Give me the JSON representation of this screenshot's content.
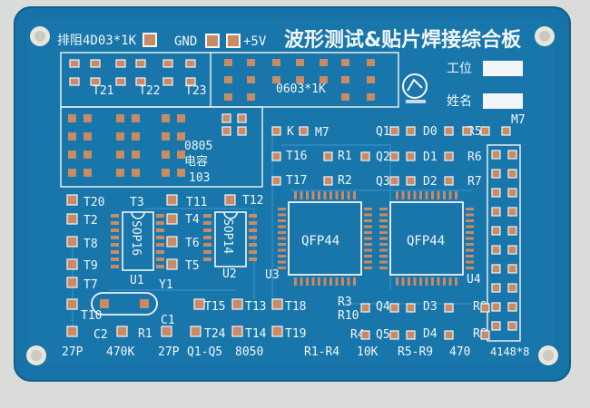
{
  "board": {
    "colors": {
      "background": "#d9dcd8",
      "pcb": "#1672a7",
      "pcb_edge": "#0f5e8c",
      "silkscreen": "#f2f6f8",
      "pad": "#c98a66",
      "trace": "#2a86bb"
    },
    "title_cn": "波形测试&贴片焊接综合板",
    "fields": {
      "workstation": "工位",
      "name": "姓名"
    },
    "top_labels": {
      "resistor_array": "排阻4D03*1K",
      "gnd": "GND",
      "vcc": "+5V",
      "r0603": "0603*1K",
      "cap0805": "0805",
      "cap_cn": "电容",
      "cap_val": "103"
    },
    "transistors": [
      "T21",
      "T22",
      "T23",
      "T20",
      "T3",
      "T11",
      "T12",
      "T2",
      "T4",
      "T8",
      "T6",
      "T9",
      "T5",
      "T7",
      "T10",
      "T15",
      "T13",
      "T18",
      "T14",
      "T19",
      "T24",
      "T16",
      "T17"
    ],
    "ics": {
      "soic1": "SOP16",
      "soic2": "SOP14",
      "qfp1": "QFP44",
      "qfp2": "QFP44",
      "u1": "U1",
      "u2": "U2",
      "u3": "U3",
      "u4": "U4"
    },
    "crystal": {
      "y1": "Y1",
      "c1": "C1",
      "c2": "C2"
    },
    "right_labels": {
      "r1": "R1",
      "r2": "R2",
      "r3": "R3",
      "r4": "R4",
      "r5": "R5",
      "r6": "R6",
      "r7": "R7",
      "r8": "R8",
      "r9": "R9",
      "r10": "R10",
      "q1": "Q1",
      "q2": "Q2",
      "q3": "Q3",
      "q4": "Q4",
      "q5": "Q5",
      "d0": "D0",
      "d1": "D1",
      "d2": "D2",
      "d3": "D3",
      "d4": "D4",
      "m7a": "M7",
      "m7b": "M7",
      "k1": "K"
    },
    "bottom_labels": {
      "cap27a": "27P",
      "res470k": "470K",
      "cap27b": "27P",
      "q_range": "Q1-Q5",
      "q_part": "8050",
      "r_range1": "R1-R4",
      "r_val1": "10K",
      "r_range2": "R5-R9",
      "r_val2": "470",
      "diode": "4148*8"
    }
  }
}
